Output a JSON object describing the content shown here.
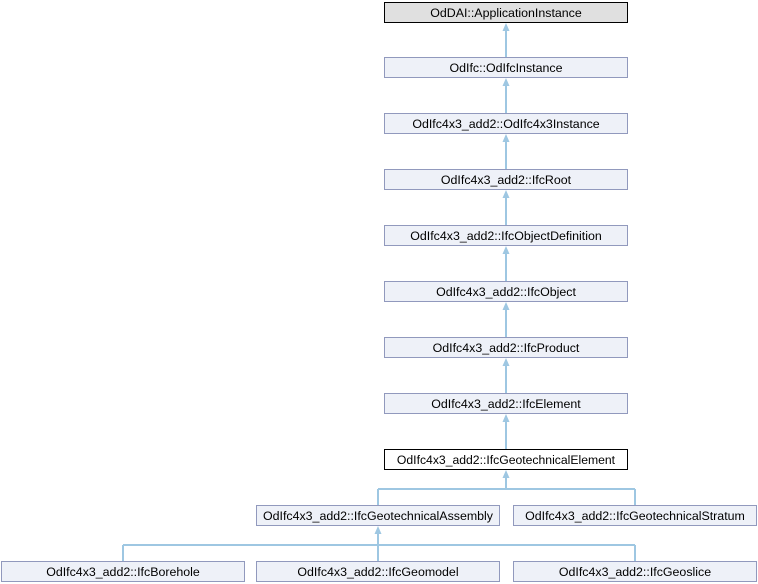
{
  "diagram": {
    "type": "class-inheritance-graph",
    "current_class": "OdIfc4x3_add2::IfcGeotechnicalElement",
    "colors": {
      "background": "#ffffff",
      "node_fill": "#eef1f8",
      "node_border": "#9199bd",
      "external_node_fill": "#e0e0e0",
      "external_node_border": "#000000",
      "current_node_fill": "#ffffff",
      "current_node_border": "#000000",
      "edge": "#9ec7e2",
      "text": "#000000"
    },
    "nodes": [
      {
        "label": "OdDAI::ApplicationInstance",
        "style": "external"
      },
      {
        "label": "OdIfc::OdIfcInstance",
        "style": "normal"
      },
      {
        "label": "OdIfc4x3_add2::OdIfc4x3Instance",
        "style": "normal"
      },
      {
        "label": "OdIfc4x3_add2::IfcRoot",
        "style": "normal"
      },
      {
        "label": "OdIfc4x3_add2::IfcObjectDefinition",
        "style": "normal"
      },
      {
        "label": "OdIfc4x3_add2::IfcObject",
        "style": "normal"
      },
      {
        "label": "OdIfc4x3_add2::IfcProduct",
        "style": "normal"
      },
      {
        "label": "OdIfc4x3_add2::IfcElement",
        "style": "normal"
      },
      {
        "label": "OdIfc4x3_add2::IfcGeotechnicalElement",
        "style": "current"
      },
      {
        "label": "OdIfc4x3_add2::IfcGeotechnicalAssembly",
        "style": "normal"
      },
      {
        "label": "OdIfc4x3_add2::IfcGeotechnicalStratum",
        "style": "normal"
      },
      {
        "label": "OdIfc4x3_add2::IfcBorehole",
        "style": "normal"
      },
      {
        "label": "OdIfc4x3_add2::IfcGeomodel",
        "style": "normal"
      },
      {
        "label": "OdIfc4x3_add2::IfcGeoslice",
        "style": "normal"
      }
    ],
    "edges": [
      {
        "from": "OdIfc::OdIfcInstance",
        "to": "OdDAI::ApplicationInstance"
      },
      {
        "from": "OdIfc4x3_add2::OdIfc4x3Instance",
        "to": "OdIfc::OdIfcInstance"
      },
      {
        "from": "OdIfc4x3_add2::IfcRoot",
        "to": "OdIfc4x3_add2::OdIfc4x3Instance"
      },
      {
        "from": "OdIfc4x3_add2::IfcObjectDefinition",
        "to": "OdIfc4x3_add2::IfcRoot"
      },
      {
        "from": "OdIfc4x3_add2::IfcObject",
        "to": "OdIfc4x3_add2::IfcObjectDefinition"
      },
      {
        "from": "OdIfc4x3_add2::IfcProduct",
        "to": "OdIfc4x3_add2::IfcObject"
      },
      {
        "from": "OdIfc4x3_add2::IfcElement",
        "to": "OdIfc4x3_add2::IfcProduct"
      },
      {
        "from": "OdIfc4x3_add2::IfcGeotechnicalElement",
        "to": "OdIfc4x3_add2::IfcElement"
      },
      {
        "from": "OdIfc4x3_add2::IfcGeotechnicalAssembly",
        "to": "OdIfc4x3_add2::IfcGeotechnicalElement"
      },
      {
        "from": "OdIfc4x3_add2::IfcGeotechnicalStratum",
        "to": "OdIfc4x3_add2::IfcGeotechnicalElement"
      },
      {
        "from": "OdIfc4x3_add2::IfcBorehole",
        "to": "OdIfc4x3_add2::IfcGeotechnicalAssembly"
      },
      {
        "from": "OdIfc4x3_add2::IfcGeomodel",
        "to": "OdIfc4x3_add2::IfcGeotechnicalAssembly"
      },
      {
        "from": "OdIfc4x3_add2::IfcGeoslice",
        "to": "OdIfc4x3_add2::IfcGeotechnicalAssembly"
      }
    ]
  }
}
